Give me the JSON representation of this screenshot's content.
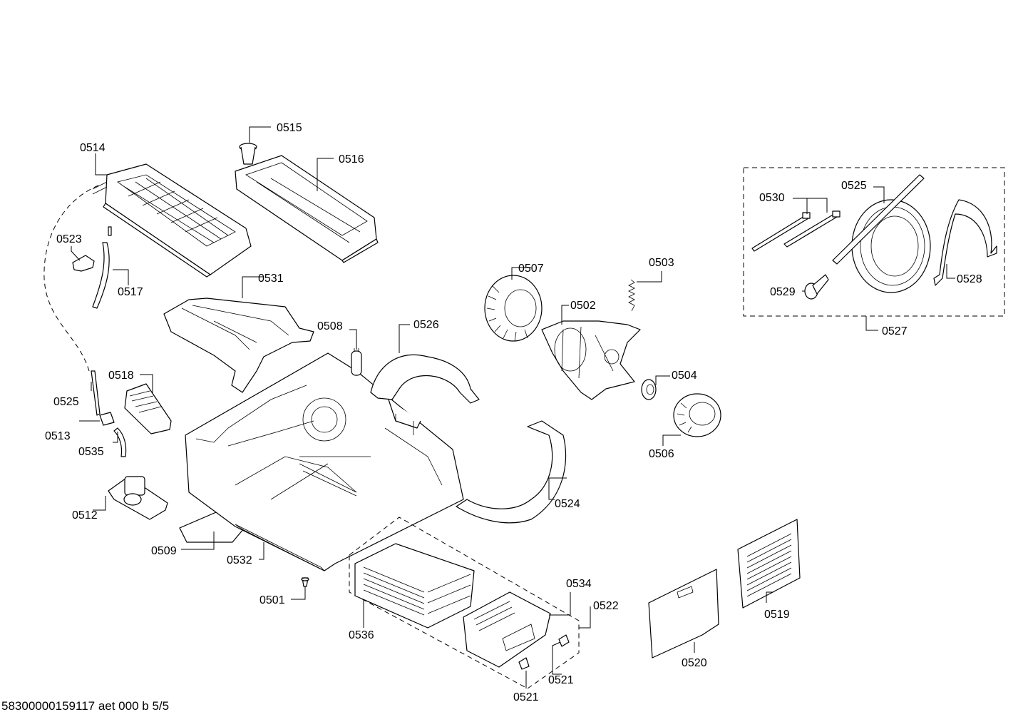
{
  "labels": {
    "l0514": "0514",
    "l0515": "0515",
    "l0516": "0516",
    "l0523": "0523",
    "l0517": "0517",
    "l0531": "0531",
    "l0525a": "0525",
    "l0518": "0518",
    "l0513": "0513",
    "l0535": "0535",
    "l0512": "0512",
    "l0509": "0509",
    "l0532": "0532",
    "l0501": "0501",
    "l0508": "0508",
    "l0526": "0526",
    "l0507": "0507",
    "l0502": "0502",
    "l0503": "0503",
    "l0504": "0504",
    "l0506": "0506",
    "l0524": "0524",
    "l0536": "0536",
    "l0534": "0534",
    "l0522": "0522",
    "l0521a": "0521",
    "l0521b": "0521",
    "l0520": "0520",
    "l0519": "0519",
    "l0530": "0530",
    "l0525b": "0525",
    "l0529": "0529",
    "l0528": "0528",
    "l0527": "0527"
  },
  "footer": "58300000159117 aet 000 b 5/5"
}
